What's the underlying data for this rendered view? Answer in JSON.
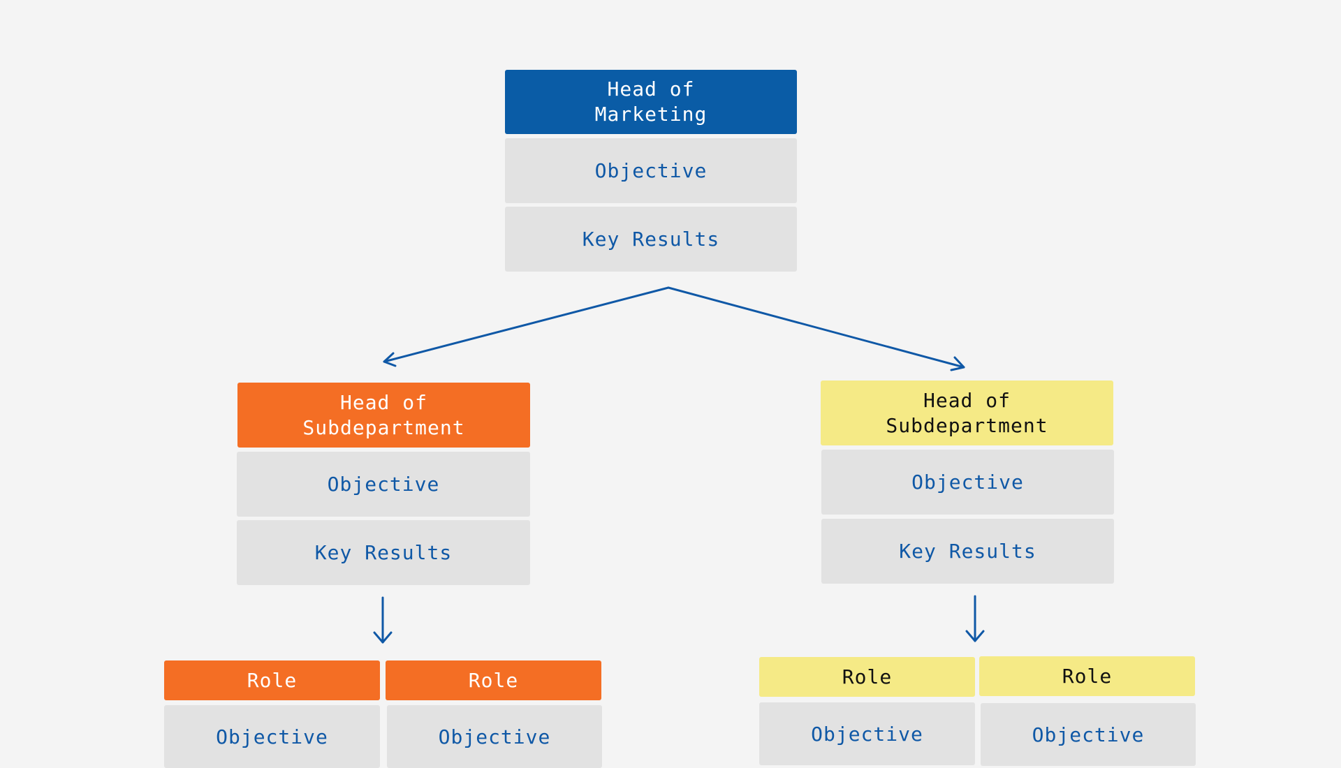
{
  "colors": {
    "background": "#f4f4f4",
    "top_head": "#0a5ca6",
    "left_branch": "#f46e24",
    "right_branch": "#f5ea86",
    "cell": "#e2e2e2",
    "cell_text": "#0f58a6",
    "arrow": "#0f58a6"
  },
  "top": {
    "head": "Head of\nMarketing",
    "objective": "Objective",
    "key_results": "Key Results"
  },
  "left": {
    "head": "Head of\nSubdepartment",
    "objective": "Objective",
    "key_results": "Key Results",
    "roles": [
      {
        "label": "Role",
        "objective": "Objective"
      },
      {
        "label": "Role",
        "objective": "Objective"
      }
    ]
  },
  "right": {
    "head": "Head of\nSubdepartment",
    "objective": "Objective",
    "key_results": "Key Results",
    "roles": [
      {
        "label": "Role",
        "objective": "Objective"
      },
      {
        "label": "Role",
        "objective": "Objective"
      }
    ]
  }
}
